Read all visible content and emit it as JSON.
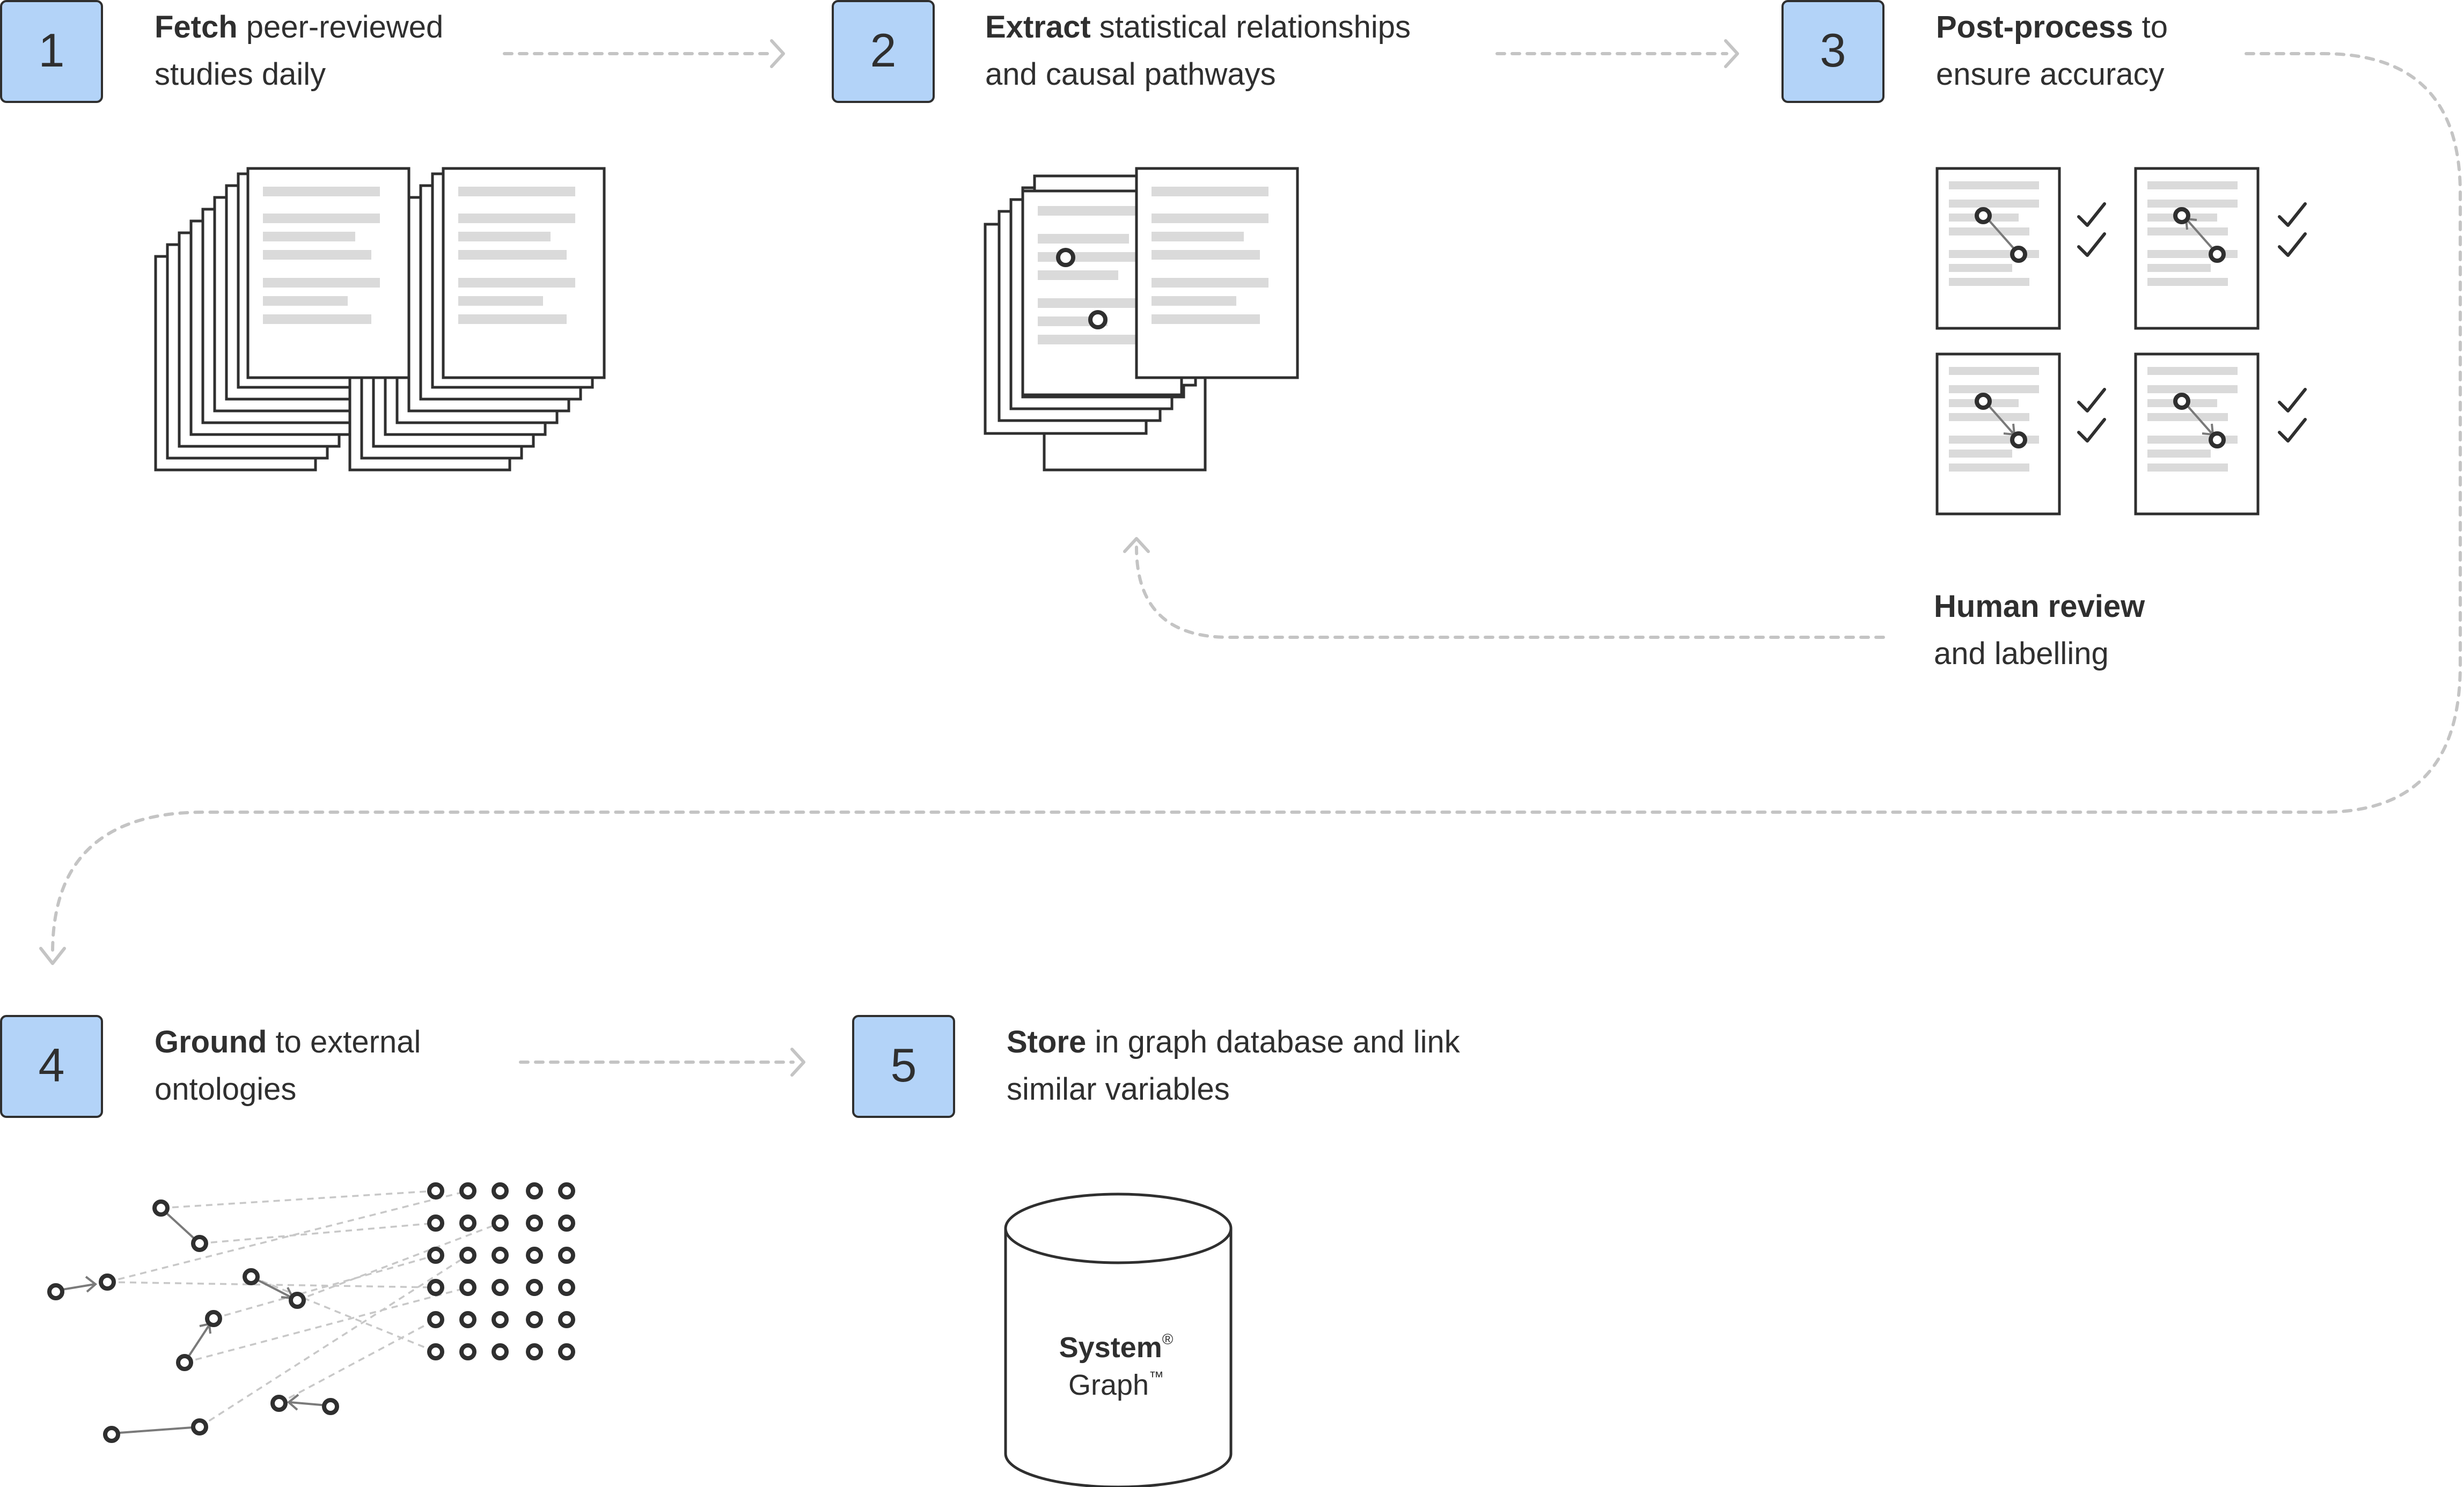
{
  "steps": [
    {
      "number": "1",
      "bold": "Fetch",
      "rest_line1": " peer-reviewed",
      "line2": "studies daily"
    },
    {
      "number": "2",
      "bold": "Extract",
      "rest_line1": " statistical relationships",
      "line2": "and causal pathways"
    },
    {
      "number": "3",
      "bold": "Post-process",
      "rest_line1": " to",
      "line2": "ensure accuracy"
    },
    {
      "number": "4",
      "bold": "Ground",
      "rest_line1": " to external",
      "line2": "ontologies"
    },
    {
      "number": "5",
      "bold": "Store",
      "rest_line1": " in graph database and link",
      "line2": "similar variables"
    }
  ],
  "review": {
    "bold": "Human review",
    "line2": "and labelling"
  },
  "database": {
    "name": "System",
    "name_mark": "®",
    "subname": "Graph",
    "subname_mark": "™"
  },
  "colors": {
    "badge": "#b3d3f8",
    "ink": "#2f2f2f",
    "dash": "#c4c4c4",
    "placeholder_line": "#dadada"
  }
}
